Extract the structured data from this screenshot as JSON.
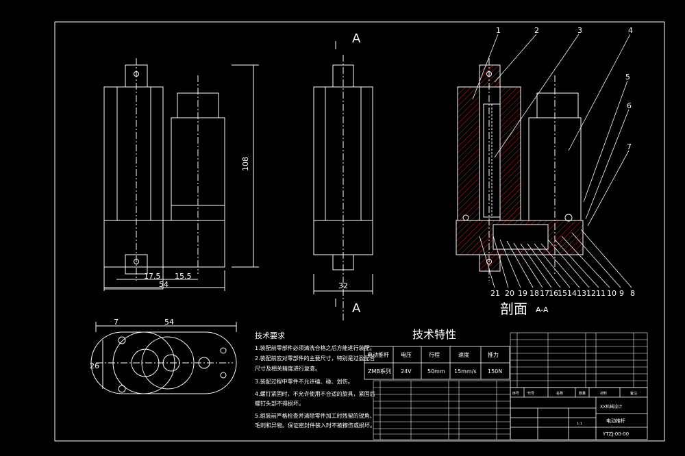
{
  "colors": {
    "background": "#000000",
    "line": "#ffffff",
    "hatch": "#ff3030",
    "accent": "#ff3030"
  },
  "views": {
    "section_label": "剖面",
    "section_suffix": "A-A",
    "section_mark_top": "A",
    "section_mark_bottom": "A"
  },
  "dimensions": {
    "height": "108",
    "width_front": "54",
    "offset_a": "17.5",
    "offset_b": "15.5",
    "width_side": "32",
    "bottom_width": "54",
    "bottom_hole": "7",
    "bottom_height": "26"
  },
  "part_numbers_top": [
    "1",
    "2",
    "3",
    "4",
    "5",
    "6",
    "7"
  ],
  "part_numbers_bottom": [
    "21",
    "20",
    "19",
    "18",
    "17",
    "16",
    "15",
    "14",
    "13",
    "12",
    "11",
    "10",
    "9",
    "8"
  ],
  "tech_requirements": {
    "title": "技术要求",
    "lines": [
      "1.装配前零部件必须清洗合格之后方能进行装配。",
      "2.装配前应对零部件的主要尺寸，特别是过盈配合",
      "尺寸及相关精度进行复查。",
      "3.装配过程中零件不允许磕、碰、划伤。",
      "4.螺钉紧固时，不允许使用不合适的旋具，紧固后",
      "螺钉头部不得损坏。",
      "5.组装前严格检查并清除零件加工时残留的锐角、",
      "毛刺和异物。保证密封件装入时不被擦伤或损坏。"
    ]
  },
  "tech_specs": {
    "title": "技术特性",
    "headers": [
      "电动推杆",
      "电压",
      "行程",
      "速度",
      "推力"
    ],
    "row": [
      "ZMB系列",
      "24V",
      "50mm",
      "15mm/s",
      "150N"
    ]
  },
  "title_block": {
    "product_name": "电动推杆",
    "drawing_no": "YTZJ-00-00",
    "company": "XX机械设计",
    "scale": "1:1",
    "label_seq": "序号",
    "label_code": "代号",
    "label_name": "名称",
    "label_qty": "数量",
    "label_material": "材料",
    "label_note": "备注"
  }
}
